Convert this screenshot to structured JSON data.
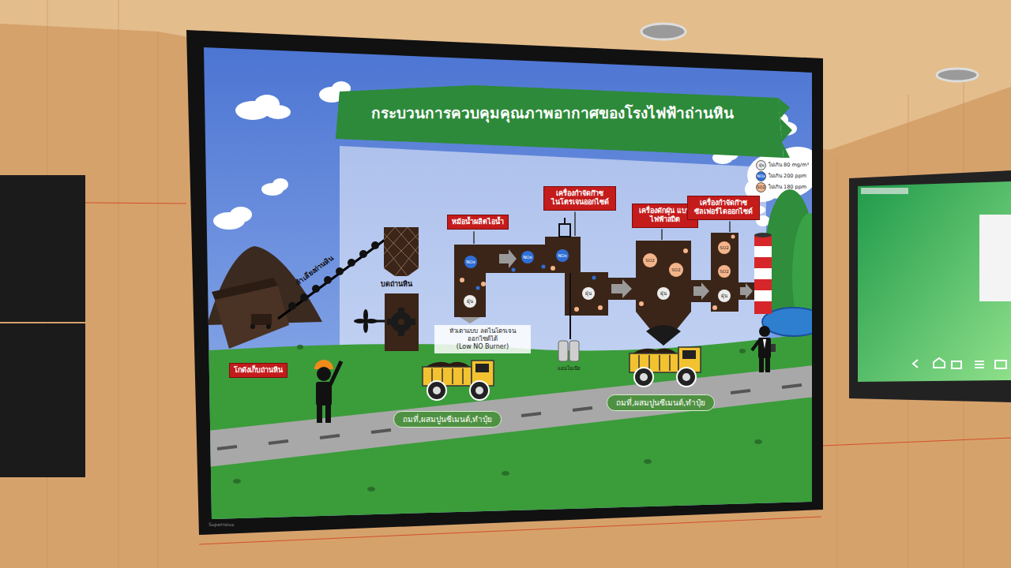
{
  "diagram": {
    "title": "กระบวนการควบคุมคุณภาพอากาศของโรงไฟฟ้าถ่านหิน",
    "nodes": [
      {
        "text": [
          "หม้อน้ำผลิตไอน้ำ"
        ]
      },
      {
        "text": [
          "เครื่องกำจัดก๊าซ ไนโตรเจนออกไซด์"
        ]
      },
      {
        "text": [
          "เครื่องดักฝุ่น แบบไฟฟ้าสถิต"
        ]
      },
      {
        "text": [
          "เครื่องกำจัดก๊าซ ซัลเฟอร์ไดออกไซด์"
        ]
      },
      {
        "text": [
          "โกดังเก็บถ่านหิน"
        ]
      },
      {
        "text": [
          "หัวเตาแบบ ลดไนโตรเจนออกไซด์ได้",
          "(Low NO Burner)"
        ]
      },
      {
        "text": [
          "ถมที่,ผสมปูนซีเมนต์,ทำปุ๋ย"
        ]
      },
      {
        "text": [
          "ถมที่,ผสมปูนซีเมนต์,ทำปุ๋ย"
        ]
      }
    ],
    "labels": [
      "ลำเลียงถ่านหิน",
      "บดถ่านหิน",
      "แอมโมเนีย",
      "ฝุ่น",
      "ฝุ่น",
      "ฝุ่น",
      "ฝุ่น",
      "NOx",
      "NOx",
      "NOx",
      "SO2",
      "SO2",
      "SO2",
      "SO2",
      "ฝุ่น",
      "NOx",
      "SO2",
      "Supernova"
    ],
    "legend": [
      {
        "text": "ไม่เกิน 80 mg/m³",
        "color": "#e8e8e8"
      },
      {
        "text": "ไม่เกิน 200 ppm",
        "color": "#2f6fd6"
      },
      {
        "text": "ไม่เกิน 180 ppm",
        "color": "#f4b48a"
      }
    ]
  }
}
